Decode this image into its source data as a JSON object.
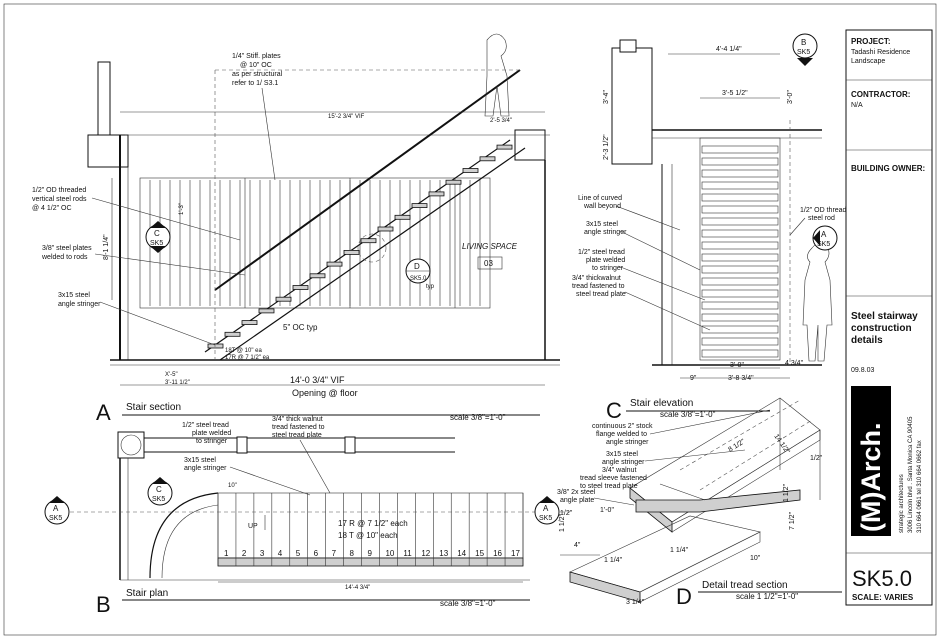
{
  "title_block": {
    "project_label": "PROJECT:",
    "project_value_line1": "Tadashi Residence",
    "project_value_line2": "Landscape",
    "contractor_label": "CONTRACTOR:",
    "contractor_value": "N/A",
    "owner_label": "BUILDING OWNER:",
    "sheet_title_line1": "Steel stairway",
    "sheet_title_line2": "construction",
    "sheet_title_line3": "details",
    "date": "09.8.03",
    "firm_logo": "(M)Arch.",
    "firm_line1": "strategic architectures",
    "firm_line2": "3006 Lincoln blvd . Santa Monica CA 90405",
    "firm_line3": "310 664 0661 tel 310 664 0662 fax",
    "sheet_number": "SK5.0",
    "scale_label": "SCALE: VARIES"
  },
  "section_a": {
    "letter": "A",
    "title": "Stair section",
    "scale": "scale 3/8\"=1'-0\"",
    "note_stiff_plates": [
      "1/4\" Stiff. plates",
      "@ 10\" OC",
      "as per structural",
      "refer to 1/ S3.1"
    ],
    "note_rods": [
      "1/2\" OD threaded",
      "vertical steel rods",
      "@ 4 1/2\" OC"
    ],
    "note_plates": [
      "3/8\" steel plates",
      "welded to rods"
    ],
    "note_stringer": [
      "3x15 steel",
      "angle stringer"
    ],
    "note_oc": "5\" OC typ",
    "note_risers": [
      "18T @ 10\" ea",
      "17R @ 7 1/2\" ea"
    ],
    "living_space": "LIVING SPACE",
    "room_number": "03",
    "callout_d": "D",
    "callout_d_sheet": "SK5.0",
    "callout_typ": "typ",
    "dim_bottom": "14'-0 3/4\"  VIF",
    "dim_opening": "Opening @ floor",
    "dim_top": "15'-2 3/4\"  VIF",
    "dim_top2": "2'-5 3/4\"",
    "dim_left1": "8'-1 1/4\"",
    "dim_left2": "1'-3\"",
    "dim_bl1": "X'-5\"",
    "dim_bl2": "3'-11 1/2\"",
    "callout_c": "C",
    "callout_c_sheet": "SK5"
  },
  "section_b": {
    "letter": "B",
    "title": "Stair plan",
    "scale": "scale 3/8\"=1'-0\"",
    "note_tread": [
      "1/2\" steel tread",
      "plate welded",
      "to stringer"
    ],
    "note_walnut": [
      "3/4\" thick walnut",
      "tread fastened to",
      "steel tread plate"
    ],
    "note_stringer": [
      "3x15 steel",
      "angle stringer"
    ],
    "note_risers": [
      "17 R @ 7 1/2\" each",
      "18 T @ 10\" each"
    ],
    "up_label": "UP",
    "dim_bottom": "14'-4 3/4\"",
    "dim_10": "10\"",
    "tread_numbers": [
      "1",
      "2",
      "3",
      "4",
      "5",
      "6",
      "7",
      "8",
      "9",
      "10",
      "11",
      "12",
      "13",
      "14",
      "15",
      "16",
      "17"
    ],
    "callout_c": "C",
    "callout_c_sheet": "SK5",
    "callout_a_left": "A",
    "callout_a_left_sheet": "SK5",
    "callout_a_right": "A",
    "callout_a_right_sheet": "SK5"
  },
  "section_c": {
    "letter": "C",
    "title": "Stair elevation",
    "scale": "scale 3/8\"=1'-0\"",
    "callout_b": "B",
    "callout_b_sheet": "SK5",
    "callout_a": "A",
    "callout_a_sheet": "SK5",
    "dim_top": "4'-4 1/4\"",
    "dim_inner": "3'-5 1/2\"",
    "dim_left1": "3'-4\"",
    "dim_left2": "2'-3 1/2\"",
    "dim_right": "3'-0\"",
    "dim_b1": "3'-0\"",
    "dim_b2": "3'-8 3/4\"",
    "dim_b3": "9\"",
    "dim_b4": "4 3/4\"",
    "note_curved": [
      "Line of curved",
      "wall beyond"
    ],
    "note_stringer": [
      "3x15 steel",
      "angle stringer"
    ],
    "note_tread": [
      "1/2\" steel tread",
      "plate welded",
      "to stringer"
    ],
    "note_walnut": [
      "3/4\" thickwalnut",
      "tread fastened to",
      "steel tread plate"
    ],
    "note_rod": [
      "1/2\" OD threaded",
      "steel rod"
    ]
  },
  "section_d": {
    "letter": "D",
    "title": "Detail tread section",
    "scale": "scale 1 1/2\"=1'-0\"",
    "note_flange": [
      "continuous 2\" stock",
      "flange welded to",
      "angle stringer"
    ],
    "note_stringer": [
      "3x15 steel",
      "angle stringer"
    ],
    "note_walnut": [
      "3/4\" walnut",
      "tread sleeve fastened",
      "to steel tread plate"
    ],
    "note_plate": [
      "3/8\" 2x steel",
      "angle plate"
    ],
    "dims": [
      "14 1/2\"",
      "8 1/2\"",
      "1'-0\"",
      "1 1/2\"",
      "7 1/2\"",
      "1 1/2\"",
      "10\"",
      "1 1/4\"",
      "1 1/4\"",
      "3 1/4\"",
      "4\"",
      "1/2\"",
      "1/2\""
    ]
  },
  "colors": {
    "ink": "#111111",
    "tread_fill": "#cfcfcf",
    "paper": "#ffffff"
  }
}
